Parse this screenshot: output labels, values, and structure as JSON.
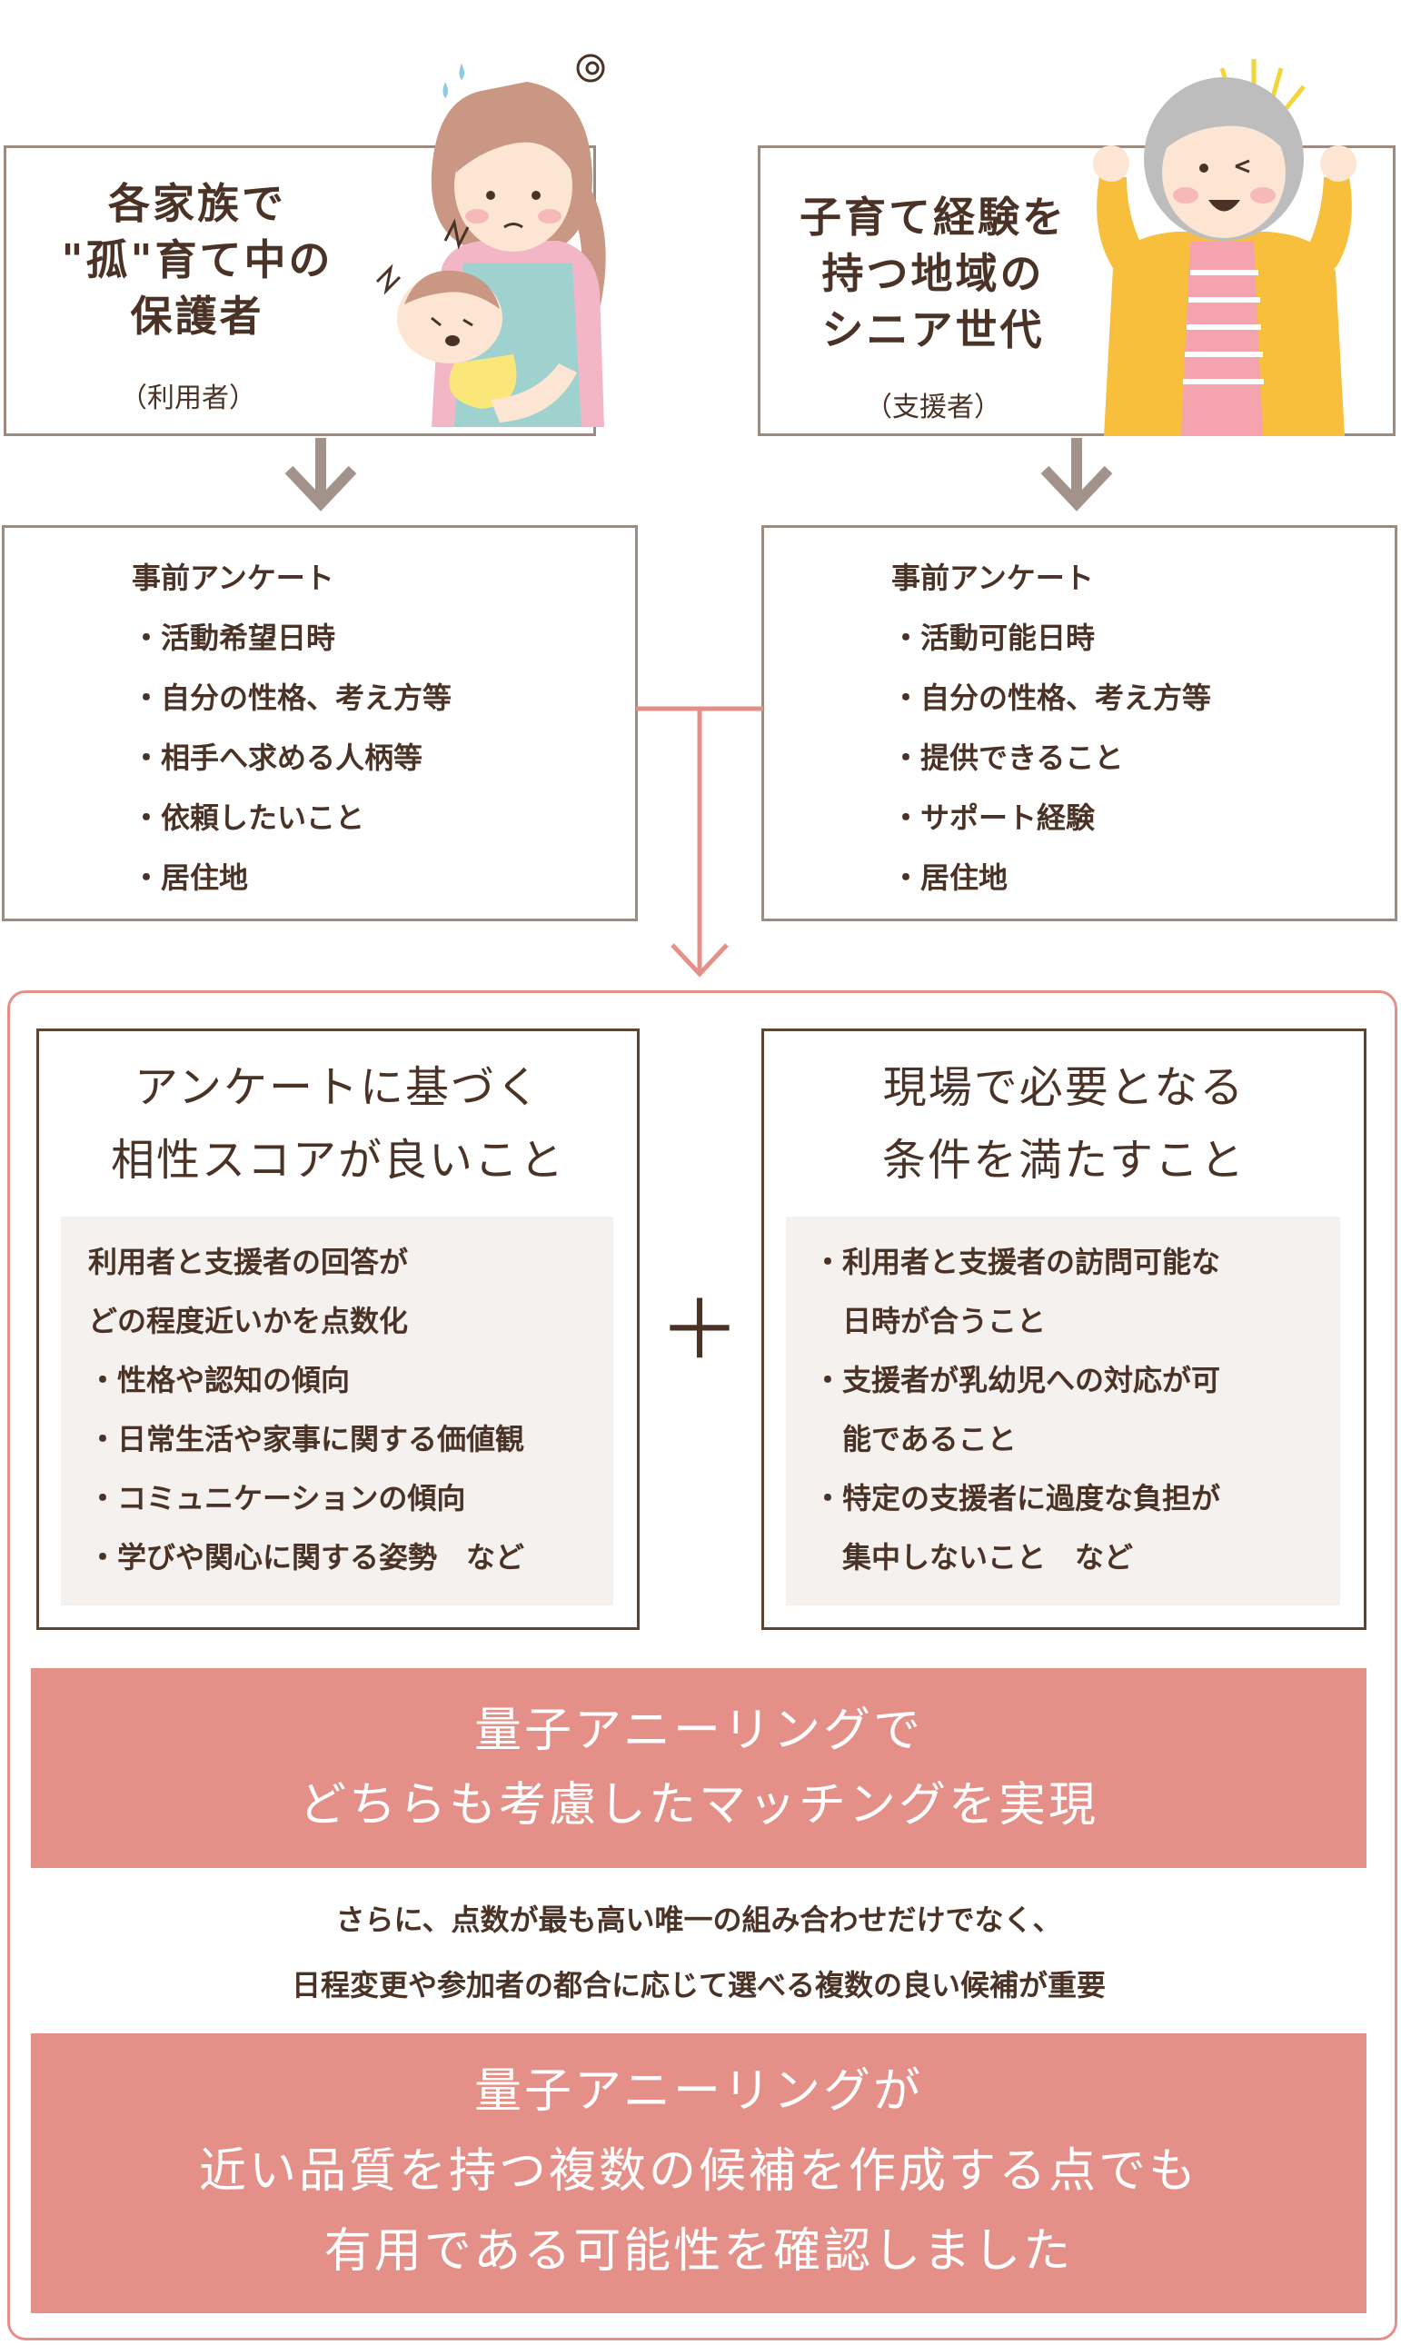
{
  "users": {
    "title_lines": [
      "各家族で",
      "\"孤\"育て中の",
      "保護者"
    ],
    "role": "（利用者）"
  },
  "supporters": {
    "title_lines": [
      "子育て経験を",
      "持つ地域の",
      "シニア世代"
    ],
    "role": "（支援者）"
  },
  "user_survey": {
    "items": [
      "事前アンケート",
      "・活動希望日時",
      "・自分の性格、考え方等",
      "・相手へ求める人柄等",
      "・依頼したいこと",
      "・居住地"
    ]
  },
  "supporter_survey": {
    "items": [
      "事前アンケート",
      "・活動可能日時",
      "・自分の性格、考え方等",
      "・提供できること",
      "・サポート経験",
      "・居住地"
    ]
  },
  "condition_score": {
    "heading_lines": [
      "アンケートに基づく",
      "相性スコアが良いこと"
    ],
    "detail_lines": [
      "利用者と支援者の回答が",
      "どの程度近いかを点数化",
      "・性格や認知の傾向",
      "・日常生活や家事に関する価値観",
      "・コミュニケーションの傾向",
      "・学びや関心に関する姿勢　など"
    ]
  },
  "condition_site": {
    "heading_lines": [
      "現場で必要となる",
      "条件を満たすこと"
    ],
    "detail_lines": [
      "・利用者と支援者の訪問可能な",
      "　日時が合うこと",
      "・支援者が乳幼児への対応が可",
      "　能であること",
      "・特定の支援者に過度な負担が",
      "　集中しないこと　など"
    ]
  },
  "plus_symbol": "＋",
  "banner_1": {
    "lines": [
      "量子アニーリングで",
      "どちらも考慮したマッチングを実現"
    ]
  },
  "middle_note": {
    "lines": [
      "さらに、点数が最も高い唯一の組み合わせだけでなく、",
      "日程変更や参加者の都合に応じて選べる複数の良い候補が重要"
    ]
  },
  "banner_2": {
    "lines": [
      "量子アニーリングが",
      "近い品質を持つ複数の候補を作成する点でも",
      "有用である可能性を確認しました"
    ]
  },
  "colors": {
    "accent_pink": "#e49089",
    "box_border": "#9c8b80",
    "text_brown": "#4a3326",
    "arrow_gray": "#a39289"
  }
}
